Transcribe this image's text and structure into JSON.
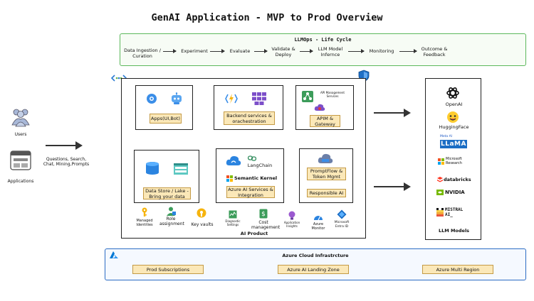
{
  "title": "GenAI Application - MVP to Prod Overview",
  "llmops": {
    "title": "LLMOps - Life Cycle",
    "steps": [
      "Data Ingestion / Curation",
      "Experiment",
      "Evaluate",
      "Validate & Deploy",
      "LLM Model Infernce",
      "Monitoring",
      "Outcome & Feedback"
    ]
  },
  "left": {
    "users_label": "Users",
    "applications_label": "Applications",
    "inputs_label": "Questions, Search, Chat, Mining,Prompts"
  },
  "product": {
    "label": "AI Product",
    "cards": {
      "apps": "Apps(UI,Bot)",
      "backend": "Backend services & orachestration",
      "apim": "APIM & Gateway",
      "apim_icon_label": "API Management Services",
      "datastore": "Data Store / Lake - Bring your data",
      "langchain": "LangChain",
      "semantic_kernel": "Semantic Kernel",
      "azure_ai": "Azure AI Services & Integration",
      "promptflow": "PromptFlow & Token Mgmt",
      "responsible_ai": "Responsible AI"
    },
    "services": [
      "Managed Identities",
      "Role assignment",
      "Key vaults",
      "Diagnostic Settings",
      "Cost management",
      "Application Insights",
      "Azure Monitor",
      "Microsoft Entra ID"
    ]
  },
  "llm_models": {
    "label": "LLM Models",
    "items": [
      "OpenAI",
      "HuggingFace",
      "Meta AI",
      "LLaMA",
      "Microsoft",
      "Research",
      "databricks",
      "NVIDIA",
      "MISTRAL",
      "AI_"
    ]
  },
  "azure_infra": {
    "title": "Azure Cloud Infrastrcture",
    "zones": [
      "Prod Subscriptions",
      "Azure AI Landing Zone",
      "Azure Multi Region"
    ]
  },
  "colors": {
    "llmops_border": "#5cb85c",
    "azure_border": "#2b6cc4",
    "label_fill": "#fbe8b8",
    "azure_blue": "#0078d4"
  }
}
